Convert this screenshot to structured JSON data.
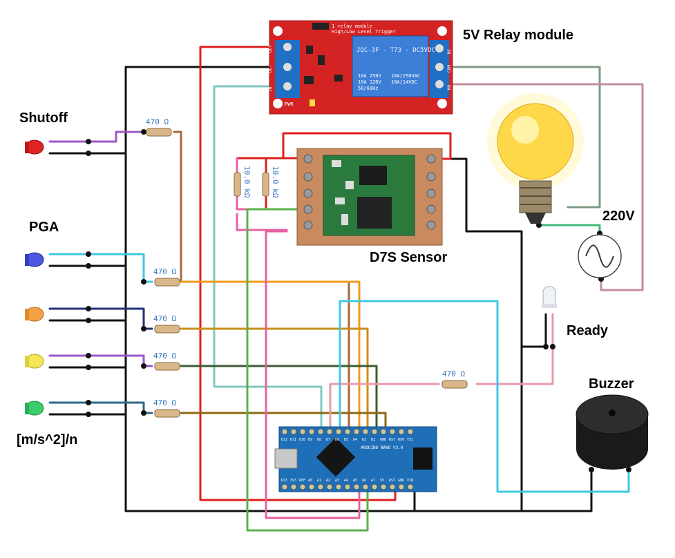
{
  "labels": {
    "relay_module": "5V Relay module",
    "sensor": "D7S Sensor",
    "voltage": "220V",
    "ready": "Ready",
    "buzzer": "Buzzer",
    "shutoff": "Shutoff",
    "pga": "PGA",
    "unit": "[m/s^2]/n"
  },
  "resistors": {
    "r470": "470 Ω",
    "r10k": "10.0 kΩ"
  },
  "relay": {
    "title_line1": "1 relay module",
    "title_line2": "High/Low Level Trigger",
    "part": "JQC-3F - T73 - DC5VDC",
    "rating_left": [
      "10A 250V",
      "10A 120V",
      "50/60Hz"
    ],
    "rating_right": [
      "10A/250VAC",
      "10A/14VDC"
    ],
    "pins_left": [
      "DC+",
      "DC-",
      "IN"
    ],
    "pins_right": [
      "NC",
      "COM",
      "NO"
    ],
    "pwr": "PWR"
  },
  "arduino": {
    "top_pins": [
      "D12",
      "D11",
      "D10",
      "D9",
      "D8",
      "D7",
      "D6",
      "D5",
      "D4",
      "D3",
      "D2",
      "GND",
      "RST",
      "RX0",
      "TX1"
    ],
    "bottom_pins": [
      "D13",
      "3V3",
      "REF",
      "A0",
      "A1",
      "A2",
      "A3",
      "A4",
      "A5",
      "A6",
      "A7",
      "5V",
      "RST",
      "GND",
      "VIN"
    ],
    "board_text": "ARDUINO NANO V3.0"
  },
  "colors": {
    "red": "#e01c1c",
    "black": "#111111",
    "teal": "#7ec9c0",
    "cyan": "#3cc9e0",
    "orange": "#f0981a",
    "brown": "#a9643f",
    "purple": "#9b57c9",
    "navy": "#22307a",
    "darkgreen": "#3c5a33",
    "olive": "#8a6a10",
    "pink": "#e85fa0",
    "lightpink": "#e99aa8",
    "mauve": "#c48e9e",
    "green": "#5bb04a",
    "gray": "#7e9a83"
  }
}
